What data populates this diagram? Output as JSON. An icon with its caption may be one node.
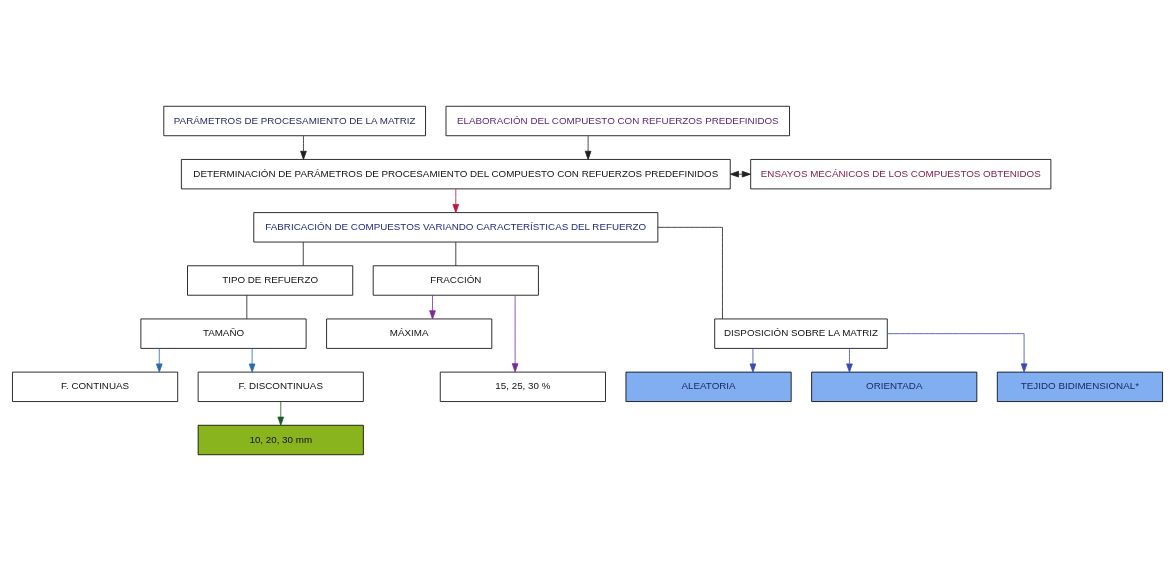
{
  "diagram": {
    "nodes": [
      {
        "text": [
          "PARÁMETROS DE PROCESAMIENTO DE LA MATRIZ"
        ]
      },
      {
        "text": [
          "ELABORACIÓN DEL COMPUESTO CON REFUERZOS PREDEFINIDOS"
        ]
      },
      {
        "text": [
          "DETERMINACIÓN DE PARÁMETROS DE PROCESAMIENTO DEL COMPUESTO CON REFUERZOS PREDEFINIDOS"
        ]
      },
      {
        "text": [
          "ENSAYOS MECÁNICOS DE LOS COMPUESTOS OBTENIDOS"
        ]
      },
      {
        "text": [
          "FABRICACIÓN DE COMPUESTOS VARIANDO CARACTERÍSTICAS DEL REFUERZO"
        ]
      },
      {
        "text": [
          "TIPO DE REFUERZO"
        ]
      },
      {
        "text": [
          "FRACCIÓN"
        ]
      },
      {
        "text": [
          "DISPOSICIÓN SOBRE LA MATRIZ"
        ]
      },
      {
        "text": [
          "TAMAÑO"
        ]
      },
      {
        "text": [
          "MÁXIMA"
        ]
      },
      {
        "text": [
          "ALEATORIA"
        ]
      },
      {
        "text": [
          "F. CONTINUAS"
        ]
      },
      {
        "text": [
          "15, 25, 30 %"
        ]
      },
      {
        "text": [
          "ORIENTADA"
        ]
      },
      {
        "text": [
          "F. DISCONTINUAS"
        ]
      },
      {
        "text": [
          "TEJIDO BIDIMENSIONAL*"
        ]
      },
      {
        "text": [
          "10, 20, 30 mm"
        ]
      }
    ],
    "edges": [
      {
        "from": 0,
        "to": 2,
        "arrow": "to"
      },
      {
        "from": 1,
        "to": 2,
        "arrow": "to"
      },
      {
        "from": 2,
        "to": 3,
        "arrow": "both"
      },
      {
        "from": 2,
        "to": 4,
        "arrow": "to",
        "color": "#c0143c"
      },
      {
        "from": 4,
        "to": 5,
        "arrow": "none"
      },
      {
        "from": 4,
        "to": 6,
        "arrow": "none"
      },
      {
        "from": 4,
        "to": 7,
        "arrow": "none"
      },
      {
        "from": 5,
        "to": 8,
        "arrow": "none"
      },
      {
        "from": 8,
        "to": 11,
        "arrow": "to",
        "color": "#2a6ab0"
      },
      {
        "from": 8,
        "to": 14,
        "arrow": "to",
        "color": "#2a6ab0"
      },
      {
        "from": 14,
        "to": 16,
        "arrow": "to",
        "color": "#1e5a2a"
      },
      {
        "from": 6,
        "to": 9,
        "arrow": "to",
        "color": "#7a2a9a"
      },
      {
        "from": 6,
        "to": 12,
        "arrow": "to",
        "color": "#7a2a9a"
      },
      {
        "from": 7,
        "to": 10,
        "arrow": "to",
        "color": "#3a4ab8"
      },
      {
        "from": 7,
        "to": 13,
        "arrow": "to",
        "color": "#3a4ab8"
      },
      {
        "from": 7,
        "to": 15,
        "arrow": "to",
        "color": "#3a4ab8"
      }
    ]
  }
}
